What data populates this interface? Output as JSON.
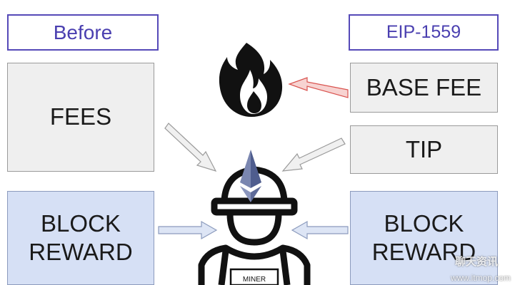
{
  "headers": {
    "before": "Before",
    "eip": "EIP-1559"
  },
  "left": {
    "fees": "FEES",
    "block_reward": "BLOCK\nREWARD"
  },
  "right": {
    "base_fee": "BASE FEE",
    "tip": "TIP",
    "block_reward": "BLOCK\nREWARD"
  },
  "miner_label": "MINER",
  "watermark": {
    "title": "聊天资讯",
    "url": "www.itmop.com"
  },
  "colors": {
    "header_border": "#5549b8",
    "grey_box": "#efefef",
    "blue_box": "#d6e0f5",
    "burn_arrow": "#d9534f",
    "ethereum": "#5b6fa8"
  }
}
